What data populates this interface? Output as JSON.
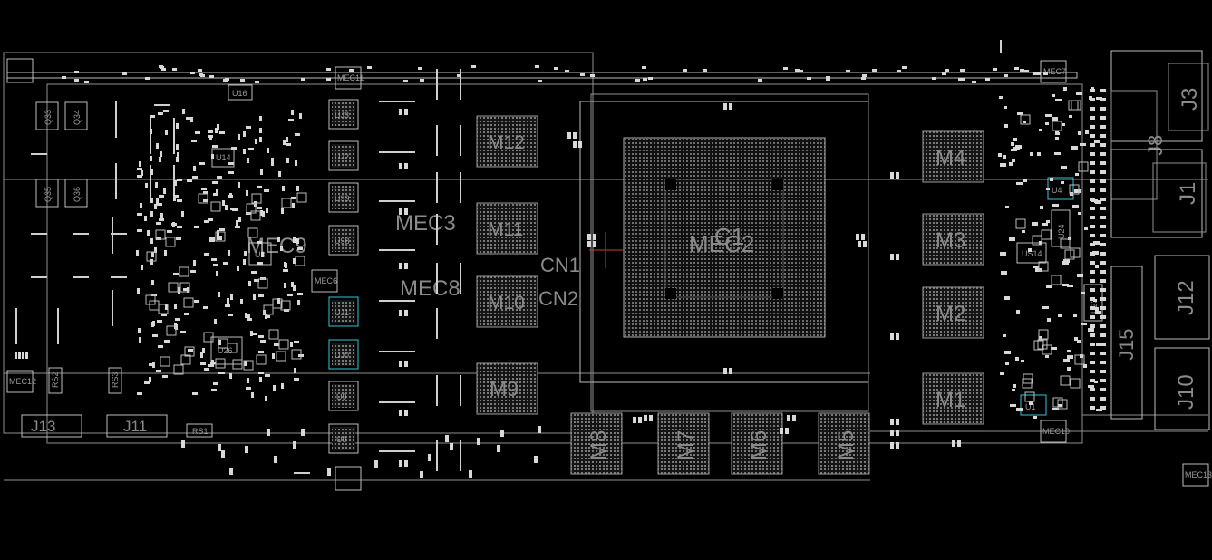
{
  "board": {
    "colors": {
      "background": "#000000",
      "outline": "#bdbdbd",
      "label": "#8a8a8a",
      "highlight": "#35c6d6",
      "cursor": "#d04040"
    },
    "large_labels": {
      "m12": "M12",
      "m11": "M11",
      "m10": "M10",
      "m9": "M9",
      "m4": "M4",
      "m3": "M3",
      "m2": "M2",
      "m1": "M1",
      "m8": "M8",
      "m7": "M7",
      "m6": "M6",
      "m5": "M5",
      "mec3": "MEC3",
      "mec8": "MEC8",
      "mec9": "MEC9",
      "mec2": "MEC2",
      "c1": "C1",
      "cn1": "CN1",
      "cn2": "CN2",
      "j1": "J1",
      "j3": "J3",
      "j8": "J8",
      "j10": "J10",
      "j12": "J12",
      "j15": "J15",
      "j11": "J11",
      "j13": "J13"
    },
    "small_labels": {
      "uj3": "UJ3",
      "uj2": "UJ2",
      "u99": "U99",
      "u98": "U98",
      "uj1": "UJ1",
      "uj0": "UJ0",
      "u9": "U9",
      "u8": "U8",
      "u16": "U16",
      "u14": "U14",
      "u3": "U3",
      "u26": "U26",
      "u4": "U4",
      "u24": "U24",
      "u23": "U23",
      "u1": "U1",
      "us14": "US14",
      "q33": "Q33",
      "q34": "Q34",
      "q35": "Q35",
      "q36": "Q36",
      "rs1": "RS1",
      "rs2": "RS2",
      "rs3": "RS3",
      "mec7": "MEC7",
      "mec10": "MEC10",
      "mec11": "MEC11",
      "mec12": "MEC12",
      "mec13": "MEC13",
      "mec6": "MEC6"
    }
  }
}
